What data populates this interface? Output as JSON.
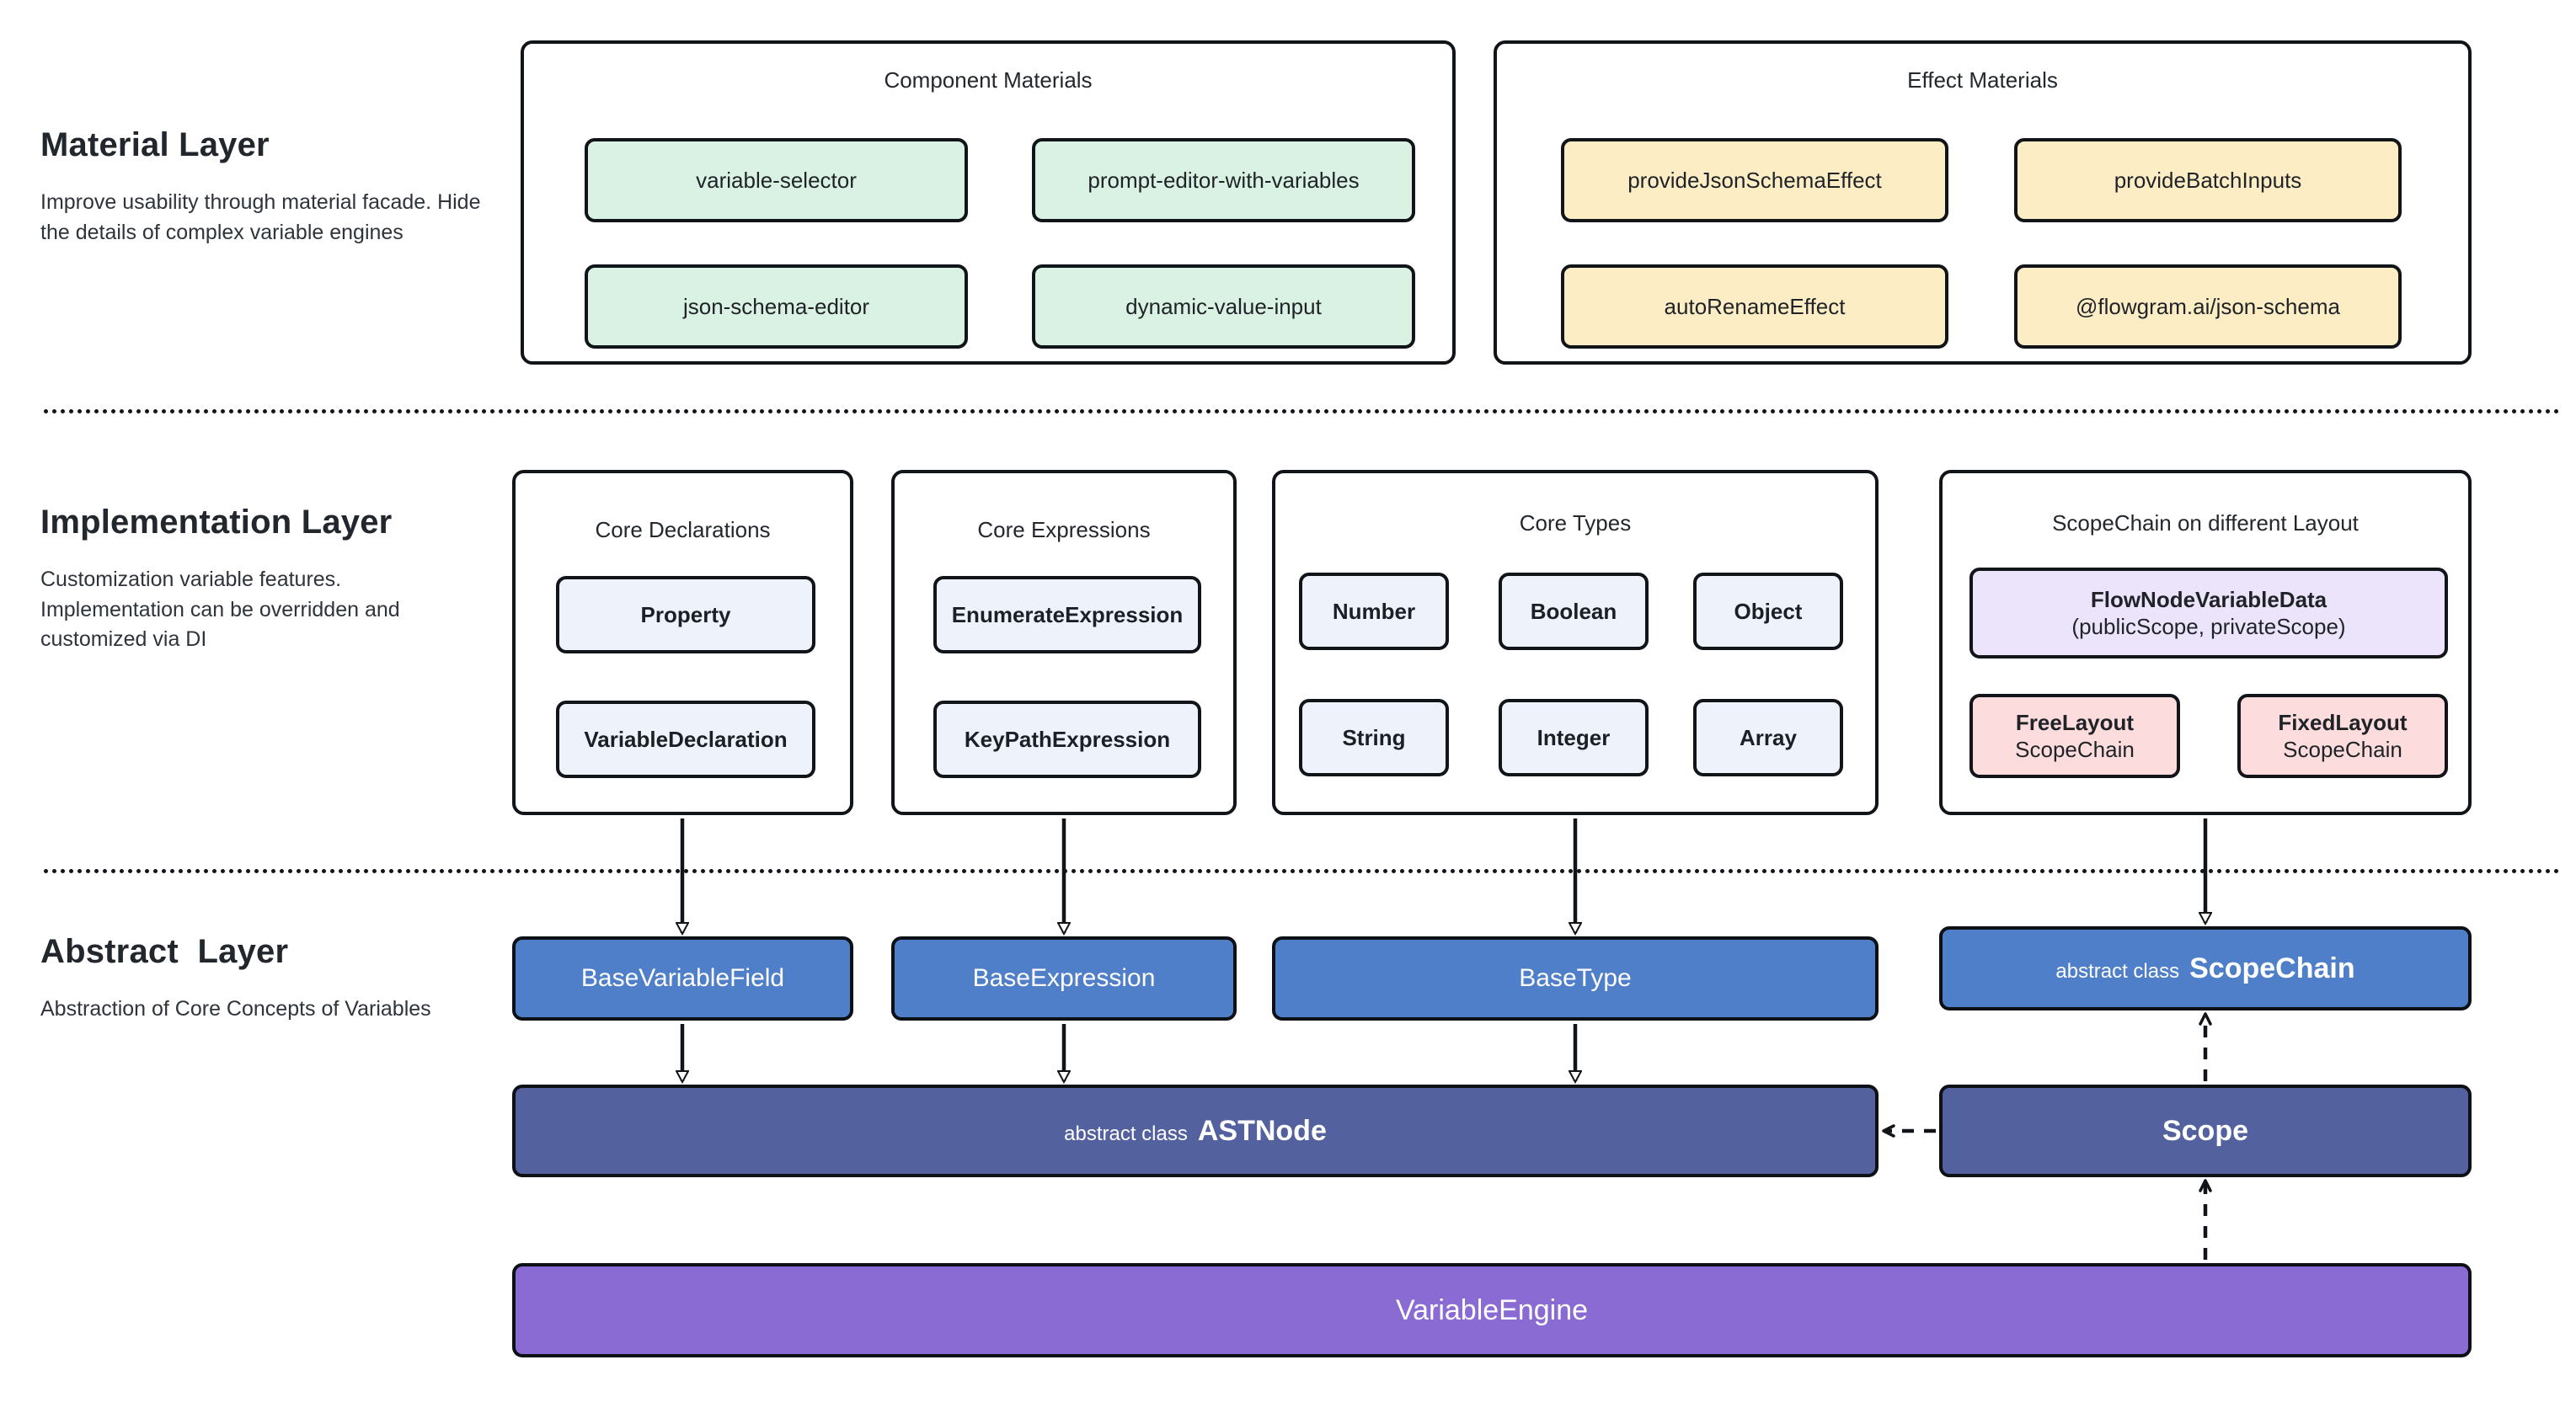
{
  "layers": [
    {
      "id": "material",
      "title": "Material Layer",
      "description": "Improve usability through material facade. Hide the details of complex variable engines"
    },
    {
      "id": "implementation",
      "title": "Implementation Layer",
      "description": "Customization variable features. Implementation can be overridden and customized via DI"
    },
    {
      "id": "abstract",
      "title": "Abstract  Layer",
      "description": "Abstraction of Core Concepts of Variables"
    }
  ],
  "material": {
    "component_materials": {
      "title": "Component Materials",
      "items": [
        "variable-selector",
        "prompt-editor-with-variables",
        "json-schema-editor",
        "dynamic-value-input"
      ]
    },
    "effect_materials": {
      "title": "Effect Materials",
      "items": [
        "provideJsonSchemaEffect",
        "provideBatchInputs",
        "autoRenameEffect",
        "@flowgram.ai/json-schema"
      ]
    }
  },
  "implementation": {
    "core_declarations": {
      "title": "Core Declarations",
      "items": [
        "Property",
        "VariableDeclaration"
      ]
    },
    "core_expressions": {
      "title": "Core Expressions",
      "items": [
        "EnumerateExpression",
        "KeyPathExpression"
      ]
    },
    "core_types": {
      "title": "Core Types",
      "items": [
        "Number",
        "Boolean",
        "Object",
        "String",
        "Integer",
        "Array"
      ]
    },
    "scope_chain": {
      "title": "ScopeChain on different Layout",
      "flow_node": {
        "line1": "FlowNodeVariableData",
        "line2": "(publicScope, privateScope)"
      },
      "free_layout": {
        "line1": "FreeLayout",
        "line2": "ScopeChain"
      },
      "fixed_layout": {
        "line1": "FixedLayout",
        "line2": "ScopeChain"
      }
    }
  },
  "abstract": {
    "base_variable_field": "BaseVariableField",
    "base_expression": "BaseExpression",
    "base_type": "BaseType",
    "scope_chain": {
      "prefix": "abstract class",
      "name": "ScopeChain"
    },
    "ast_node": {
      "prefix": "abstract class",
      "name": "ASTNode"
    },
    "scope": "Scope",
    "variable_engine": "VariableEngine"
  },
  "colors": {
    "stroke": "#111418",
    "green": "#d9f2e3",
    "amber": "#fdedc5",
    "lilac": "#ece4fb",
    "pink": "#fcdcdc",
    "ice": "#eef2fb",
    "blue": "#4f7fc9",
    "navy": "#54619f",
    "purple": "#8a6ad3"
  }
}
